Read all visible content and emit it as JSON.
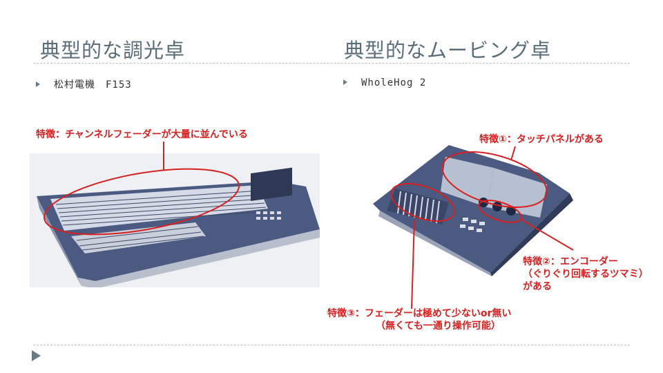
{
  "titles": {
    "left": "典型的な調光卓",
    "right": "典型的なムービング卓"
  },
  "bullets": {
    "left": "松村電機　F153",
    "right": "WholeHog 2"
  },
  "annotations": {
    "left_feature": "特徴：チャンネルフェーダーが大量に並んでいる",
    "feature1": "特徴①：タッチパネルがある",
    "feature2_line1": "特徴②：エンコーダー",
    "feature2_line2": "（ぐりぐり回転するツマミ）",
    "feature2_line3": "がある",
    "feature3_line1": "特徴③：フェーダーは極めて少ないor無い",
    "feature3_line2": "（無くても一通り操作可能）"
  },
  "colors": {
    "annotation": "#d82020",
    "title": "#5a6e7a",
    "console": "#3f4f73"
  }
}
